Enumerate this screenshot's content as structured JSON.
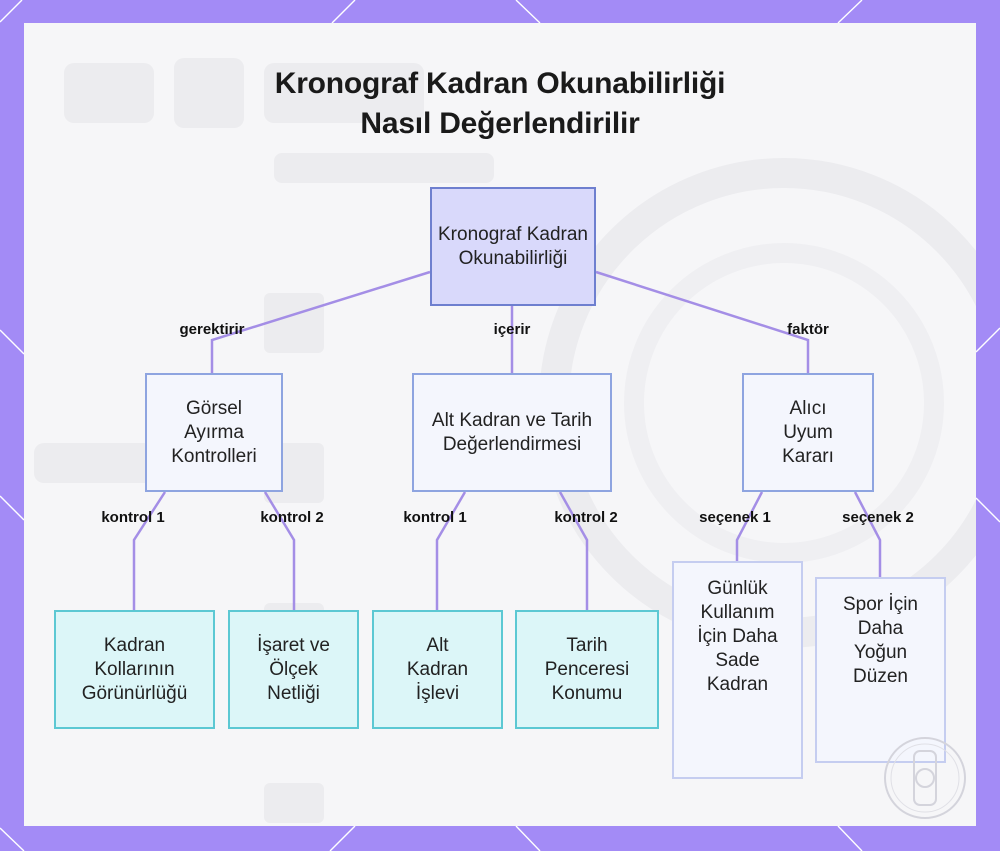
{
  "title": {
    "line1": "Kronograf Kadran Okunabilirliği",
    "line2": "Nasıl Değerlendirilir"
  },
  "colors": {
    "frame": "#a38bf6",
    "connector": "#a48ee6",
    "root_fill": "#d9d9fb",
    "mid_fill": "#f4f6fd",
    "leaf_fill": "#dcf6f8",
    "leaf_border": "#5cc8d3"
  },
  "nodes": {
    "root": "Kronograf Kadran Okunabilirliği",
    "visual": "Görsel Ayırma Kontrolleri",
    "subdial": "Alt Kadran ve Tarih Değerlendirmesi",
    "buyer": "Alıcı Uyum Kararı",
    "hands": "Kadran Kollarının Görünürlüğü",
    "markers": "İşaret ve Ölçek Netliği",
    "subdial_func": "Alt Kadran İşlevi",
    "date_window": "Tarih Penceresi Konumu",
    "daily": "Günlük Kullanım İçin Daha Sade Kadran",
    "sport": "Spor İçin Daha Yoğun Düzen"
  },
  "edges": {
    "requires": "gerektirir",
    "includes": "içerir",
    "factor": "faktör",
    "control1_a": "kontrol 1",
    "control2_a": "kontrol 2",
    "control1_b": "kontrol 1",
    "control2_b": "kontrol 2",
    "option1": "seçenek 1",
    "option2": "seçenek 2"
  },
  "logo_icon": "watch-crest-icon"
}
